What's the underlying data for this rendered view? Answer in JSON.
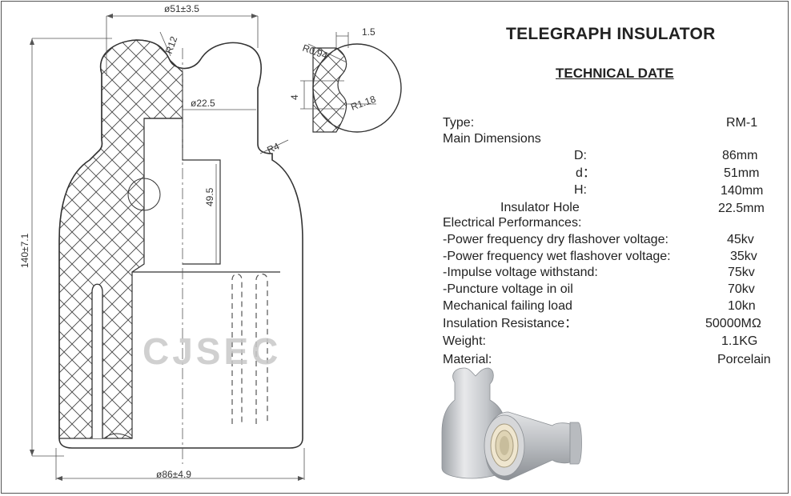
{
  "drawing": {
    "dim_top_diameter": "ø51±3.5",
    "dim_bottom_diameter": "ø86±4.9",
    "dim_height": "140±7.1",
    "dim_hole": "ø22.5",
    "dim_depth": "49.5",
    "dim_r12": "R12",
    "dim_r4": "R4",
    "detail_r094": "R0.94",
    "detail_15": "1.5",
    "detail_4": "4",
    "detail_r118": "R1.18",
    "watermark": "CJSEC"
  },
  "title": "TELEGRAPH INSULATOR",
  "subtitle": "TECHNICAL DATE",
  "specs": [
    {
      "label": "Type:",
      "value": "RM-1"
    },
    {
      "label": "Main Dimensions",
      "value": ""
    },
    {
      "label": "D:",
      "value": "86mm"
    },
    {
      "label": "d：",
      "value": "51mm"
    },
    {
      "label": "H:",
      "value": "140mm"
    },
    {
      "label": "Insulator Hole",
      "value": "22.5mm"
    },
    {
      "label": "Electrical Performances:",
      "value": ""
    },
    {
      "label": "-Power frequency dry flashover voltage:",
      "value": "45kv"
    },
    {
      "label": "-Power frequency wet flashover voltage:",
      "value": "35kv"
    },
    {
      "label": "-Impulse voltage withstand:",
      "value": "75kv"
    },
    {
      "label": "-Puncture voltage in oil",
      "value": "70kv"
    },
    {
      "label": "Mechanical failing load",
      "value": "10kn"
    },
    {
      "label": "Insulation Resistance：",
      "value": "50000MΩ"
    },
    {
      "label": "Weight:",
      "value": "1.1KG"
    },
    {
      "label": "Material:",
      "value": "Porcelain"
    }
  ],
  "colors": {
    "porcelain": "#c9ccd0",
    "line": "#333333",
    "watermark": "#c8c8c8"
  }
}
